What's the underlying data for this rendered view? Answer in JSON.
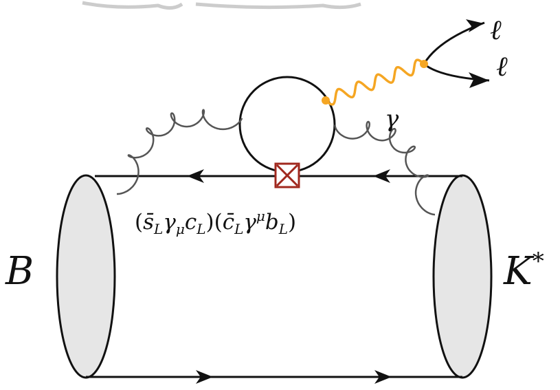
{
  "diagram": {
    "labels": {
      "meson_left": "B",
      "meson_right": "K",
      "meson_right_sup": "*",
      "photon": "γ",
      "lepton_top": "ℓ",
      "lepton_bottom": "ℓ"
    },
    "operator": {
      "open1": "(",
      "s": "s̄",
      "L1": "L",
      "gamma1": "γ",
      "mu1": "μ",
      "c": "c",
      "L2": "L",
      "close1": ")",
      "open2": "(",
      "cbar": "c̄",
      "L3": "L",
      "gamma2": "γ",
      "mu2": "μ",
      "b": "b",
      "L4": "L",
      "close2": ")"
    },
    "colors": {
      "line": "#111111",
      "photon": "#f5a623",
      "vertex": "#f5a623",
      "insertion": "#a0281e",
      "blob_fill": "#e6e6e6",
      "gluon": "#555555"
    }
  }
}
